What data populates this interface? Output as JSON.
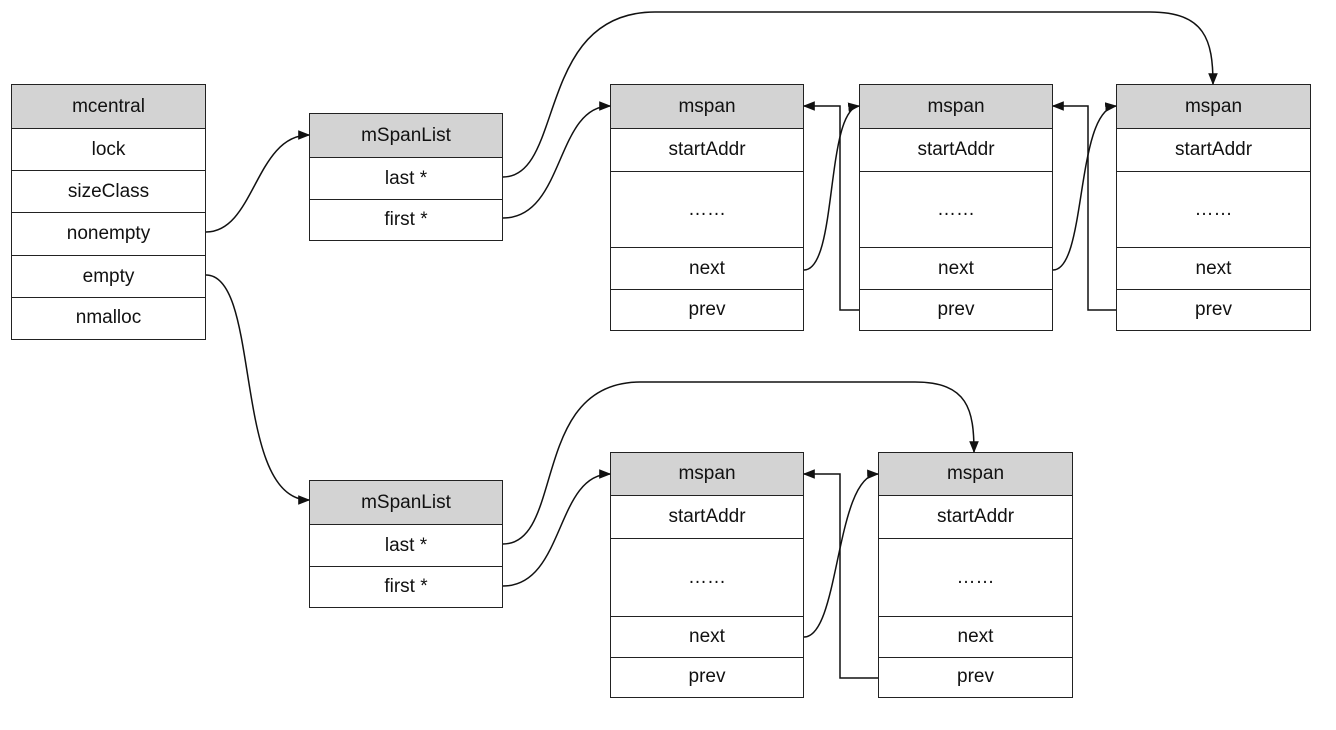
{
  "mcentral": {
    "title": "mcentral",
    "fields": [
      "lock",
      "sizeClass",
      "nonempty",
      "empty",
      "nmalloc"
    ]
  },
  "lists": [
    {
      "title": "mSpanList",
      "fields": [
        "last *",
        "first *"
      ],
      "spans": [
        {
          "title": "mspan",
          "fields": [
            "startAddr",
            "……",
            "next",
            "prev"
          ]
        },
        {
          "title": "mspan",
          "fields": [
            "startAddr",
            "……",
            "next",
            "prev"
          ]
        },
        {
          "title": "mspan",
          "fields": [
            "startAddr",
            "……",
            "next",
            "prev"
          ]
        }
      ]
    },
    {
      "title": "mSpanList",
      "fields": [
        "last *",
        "first *"
      ],
      "spans": [
        {
          "title": "mspan",
          "fields": [
            "startAddr",
            "……",
            "next",
            "prev"
          ]
        },
        {
          "title": "mspan",
          "fields": [
            "startAddr",
            "……",
            "next",
            "prev"
          ]
        }
      ]
    }
  ]
}
